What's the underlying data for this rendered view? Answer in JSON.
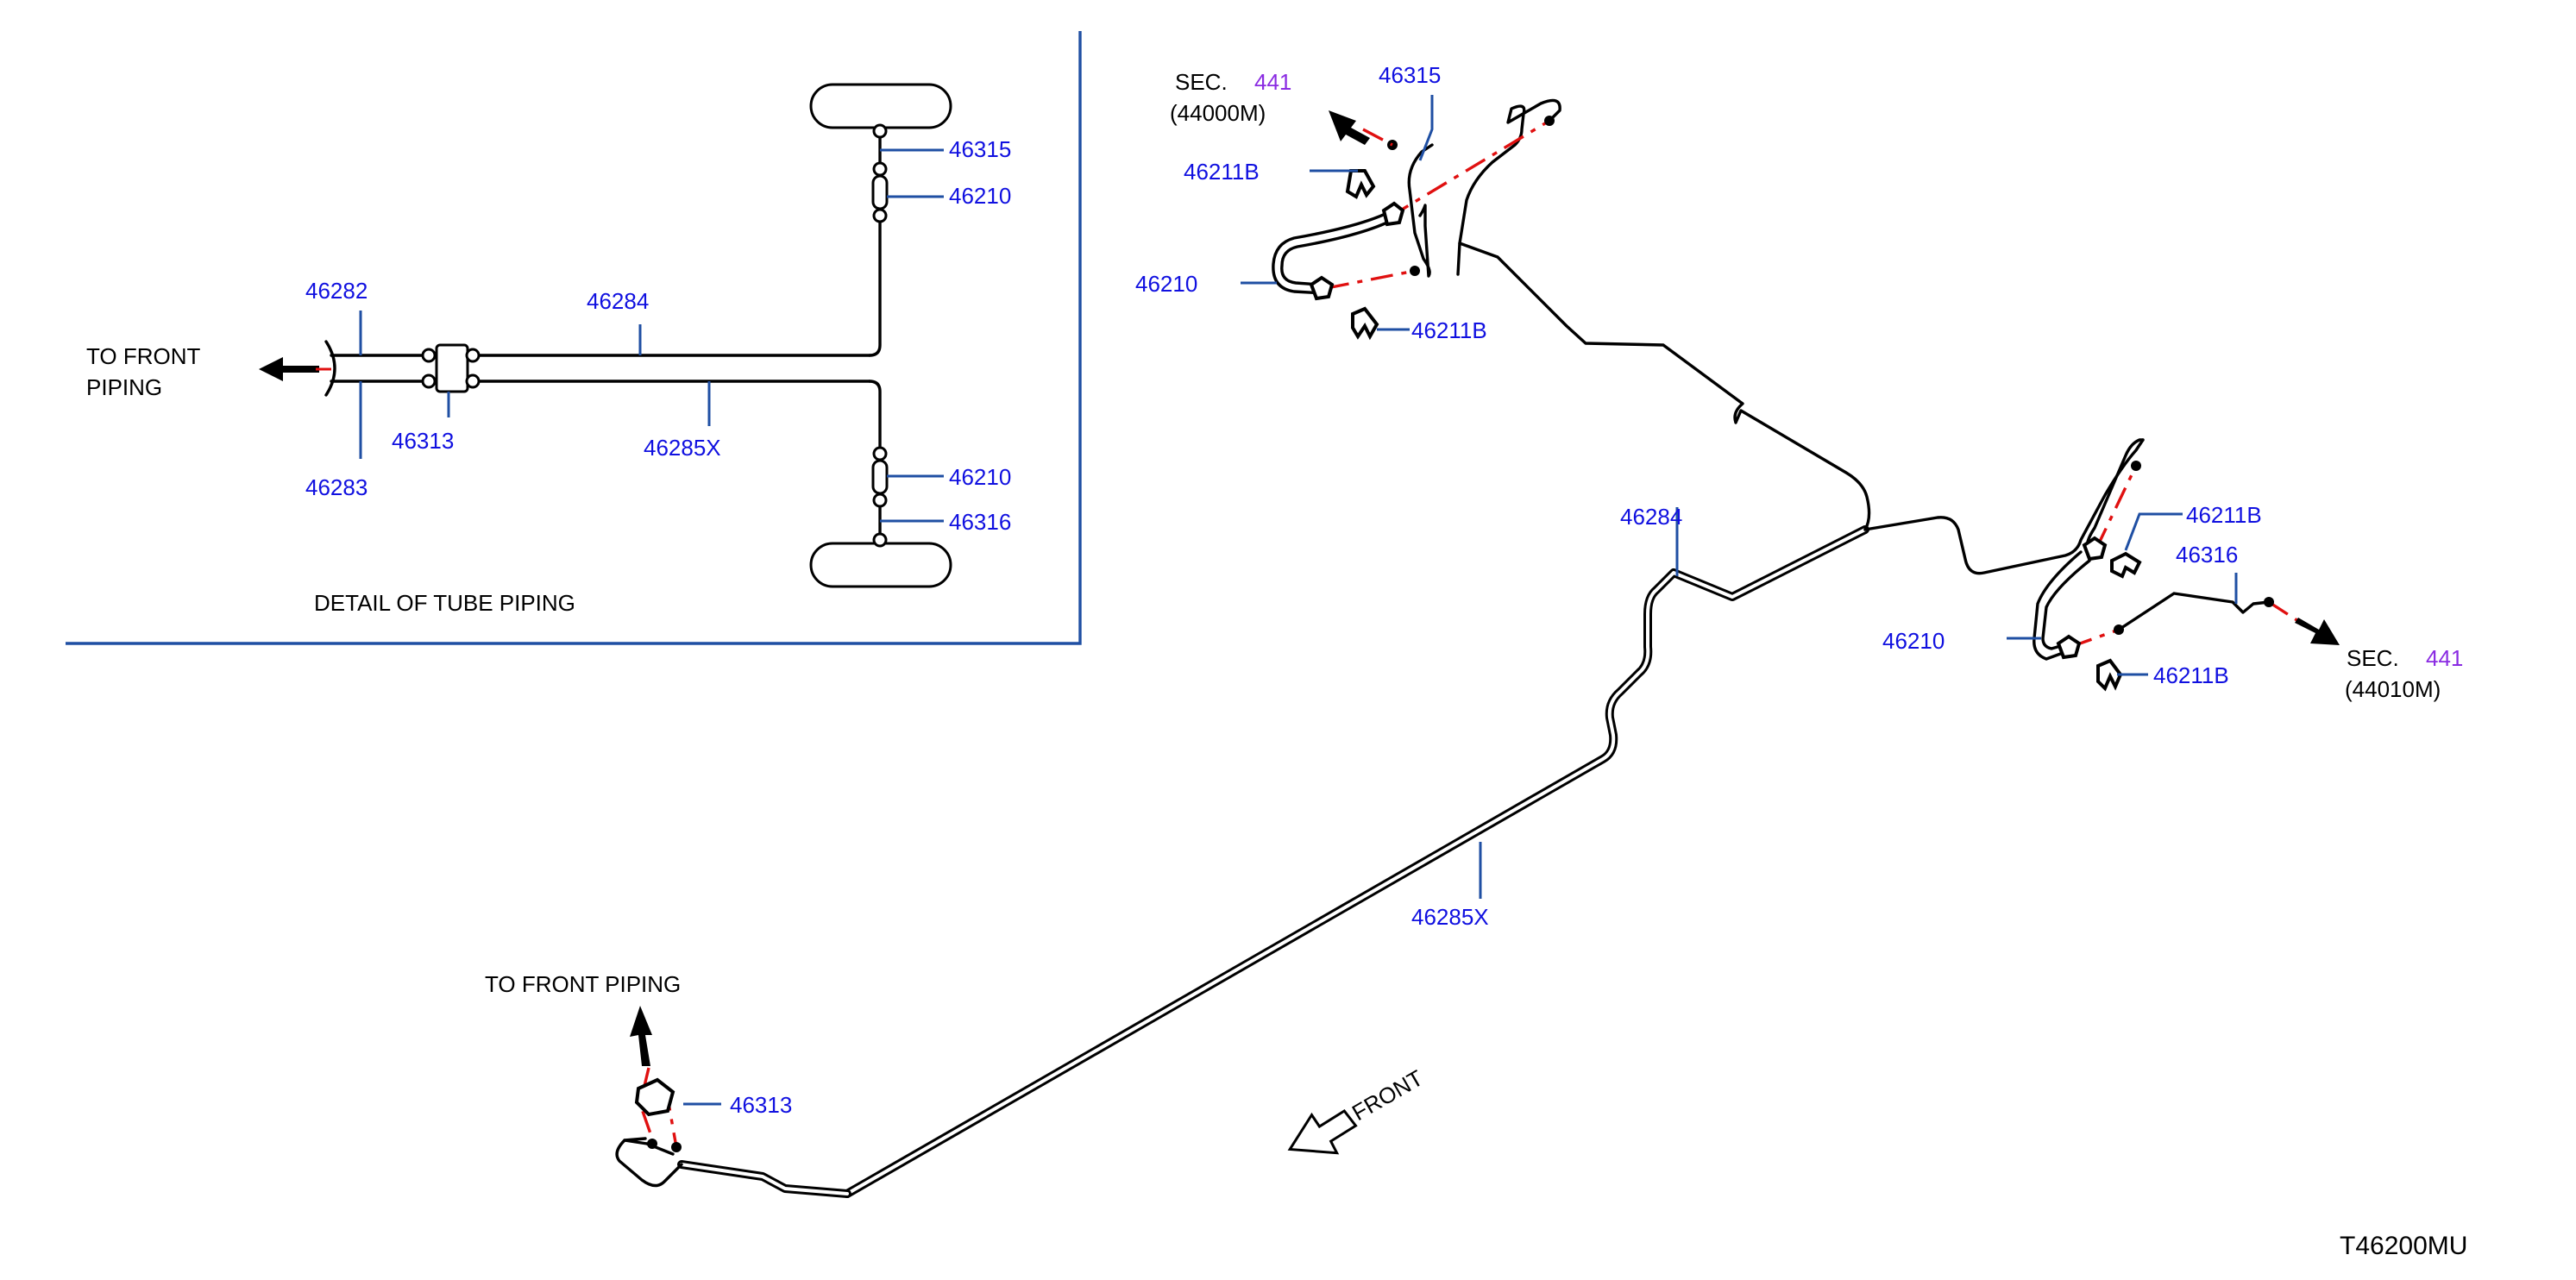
{
  "detail": {
    "caption": "DETAIL   OF   TUBE   PIPING",
    "to_front": [
      "TO   FRONT",
      "PIPING"
    ],
    "parts": {
      "p46282": "46282",
      "p46283": "46283",
      "p46313": "46313",
      "p46284": "46284",
      "p46285x": "46285X",
      "p46315": "46315",
      "p46210_top": "46210",
      "p46210_bot": "46210",
      "p46316": "46316"
    }
  },
  "main": {
    "left_assembly": {
      "sec_prefix": "SEC.",
      "sec_number": "441",
      "sec_code": "(44000M)",
      "p46315": "46315",
      "p46211b_top": "46211B",
      "p46210": "46210",
      "p46211b_bot": "46211B"
    },
    "right_assembly": {
      "sec_prefix": "SEC.",
      "sec_number": "441",
      "sec_code": "(44010M)",
      "p46211b_top": "46211B",
      "p46316": "46316",
      "p46210": "46210",
      "p46211b_bot": "46211B"
    },
    "p46284": "46284",
    "p46285x": "46285X",
    "front_piping": "TO   FRONT   PIPING",
    "p46313": "46313",
    "front_arrow": "FRONT"
  },
  "diagram_code": "T46200MU",
  "colors": {
    "part_label": "#1010e0",
    "section_number": "#8a2be2",
    "leader_line": "#1f4fa3",
    "hidden_connection": "#e01010",
    "pipe": "#000000"
  },
  "icons": [
    "arrow-icon",
    "front-direction-icon",
    "clip-icon",
    "flare-nut-icon",
    "wheel-icon"
  ]
}
